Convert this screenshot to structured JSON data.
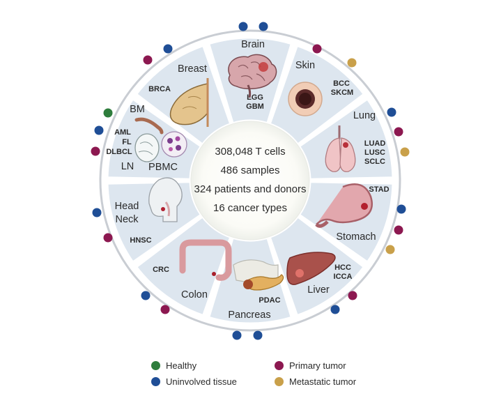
{
  "center": {
    "line1": "308,048 T cells",
    "line2": "486 samples",
    "line3": "324 patients and donors",
    "line4": "16 cancer types"
  },
  "segments": {
    "brain": {
      "name": "Brain",
      "abbr1": "LGG",
      "abbr2": "GBM"
    },
    "skin": {
      "name": "Skin",
      "abbr1": "BCC",
      "abbr2": "SKCM"
    },
    "lung": {
      "name": "Lung",
      "abbr1": "LUAD",
      "abbr2": "LUSC",
      "abbr3": "SCLC"
    },
    "stomach": {
      "name": "Stomach",
      "abbr1": "STAD"
    },
    "liver": {
      "name": "Liver",
      "abbr1": "HCC",
      "abbr2": "ICCA"
    },
    "pancreas": {
      "name": "Pancreas",
      "abbr1": "PDAC"
    },
    "colon": {
      "name": "Colon",
      "abbr1": "CRC"
    },
    "headneck": {
      "name1": "Head",
      "name2": "Neck",
      "abbr1": "HNSC"
    },
    "blood": {
      "bm": "BM",
      "ln": "LN",
      "pbmc": "PBMC",
      "aml": "AML",
      "fl": "FL",
      "dlbcl": "DLBCL"
    },
    "breast": {
      "name": "Breast",
      "abbr1": "BRCA"
    }
  },
  "legend": {
    "healthy": "Healthy",
    "uninvolved": "Uninvolved tissue",
    "primary": "Primary tumor",
    "metastatic": "Metastatic tumor"
  },
  "colors": {
    "healthy": "#2e7d3c",
    "uninvolved": "#1f4e96",
    "primary": "#8c1850",
    "metastatic": "#c9a04a",
    "segment_fill": "#dde6ef",
    "ring_stroke": "#c9cdd3"
  }
}
